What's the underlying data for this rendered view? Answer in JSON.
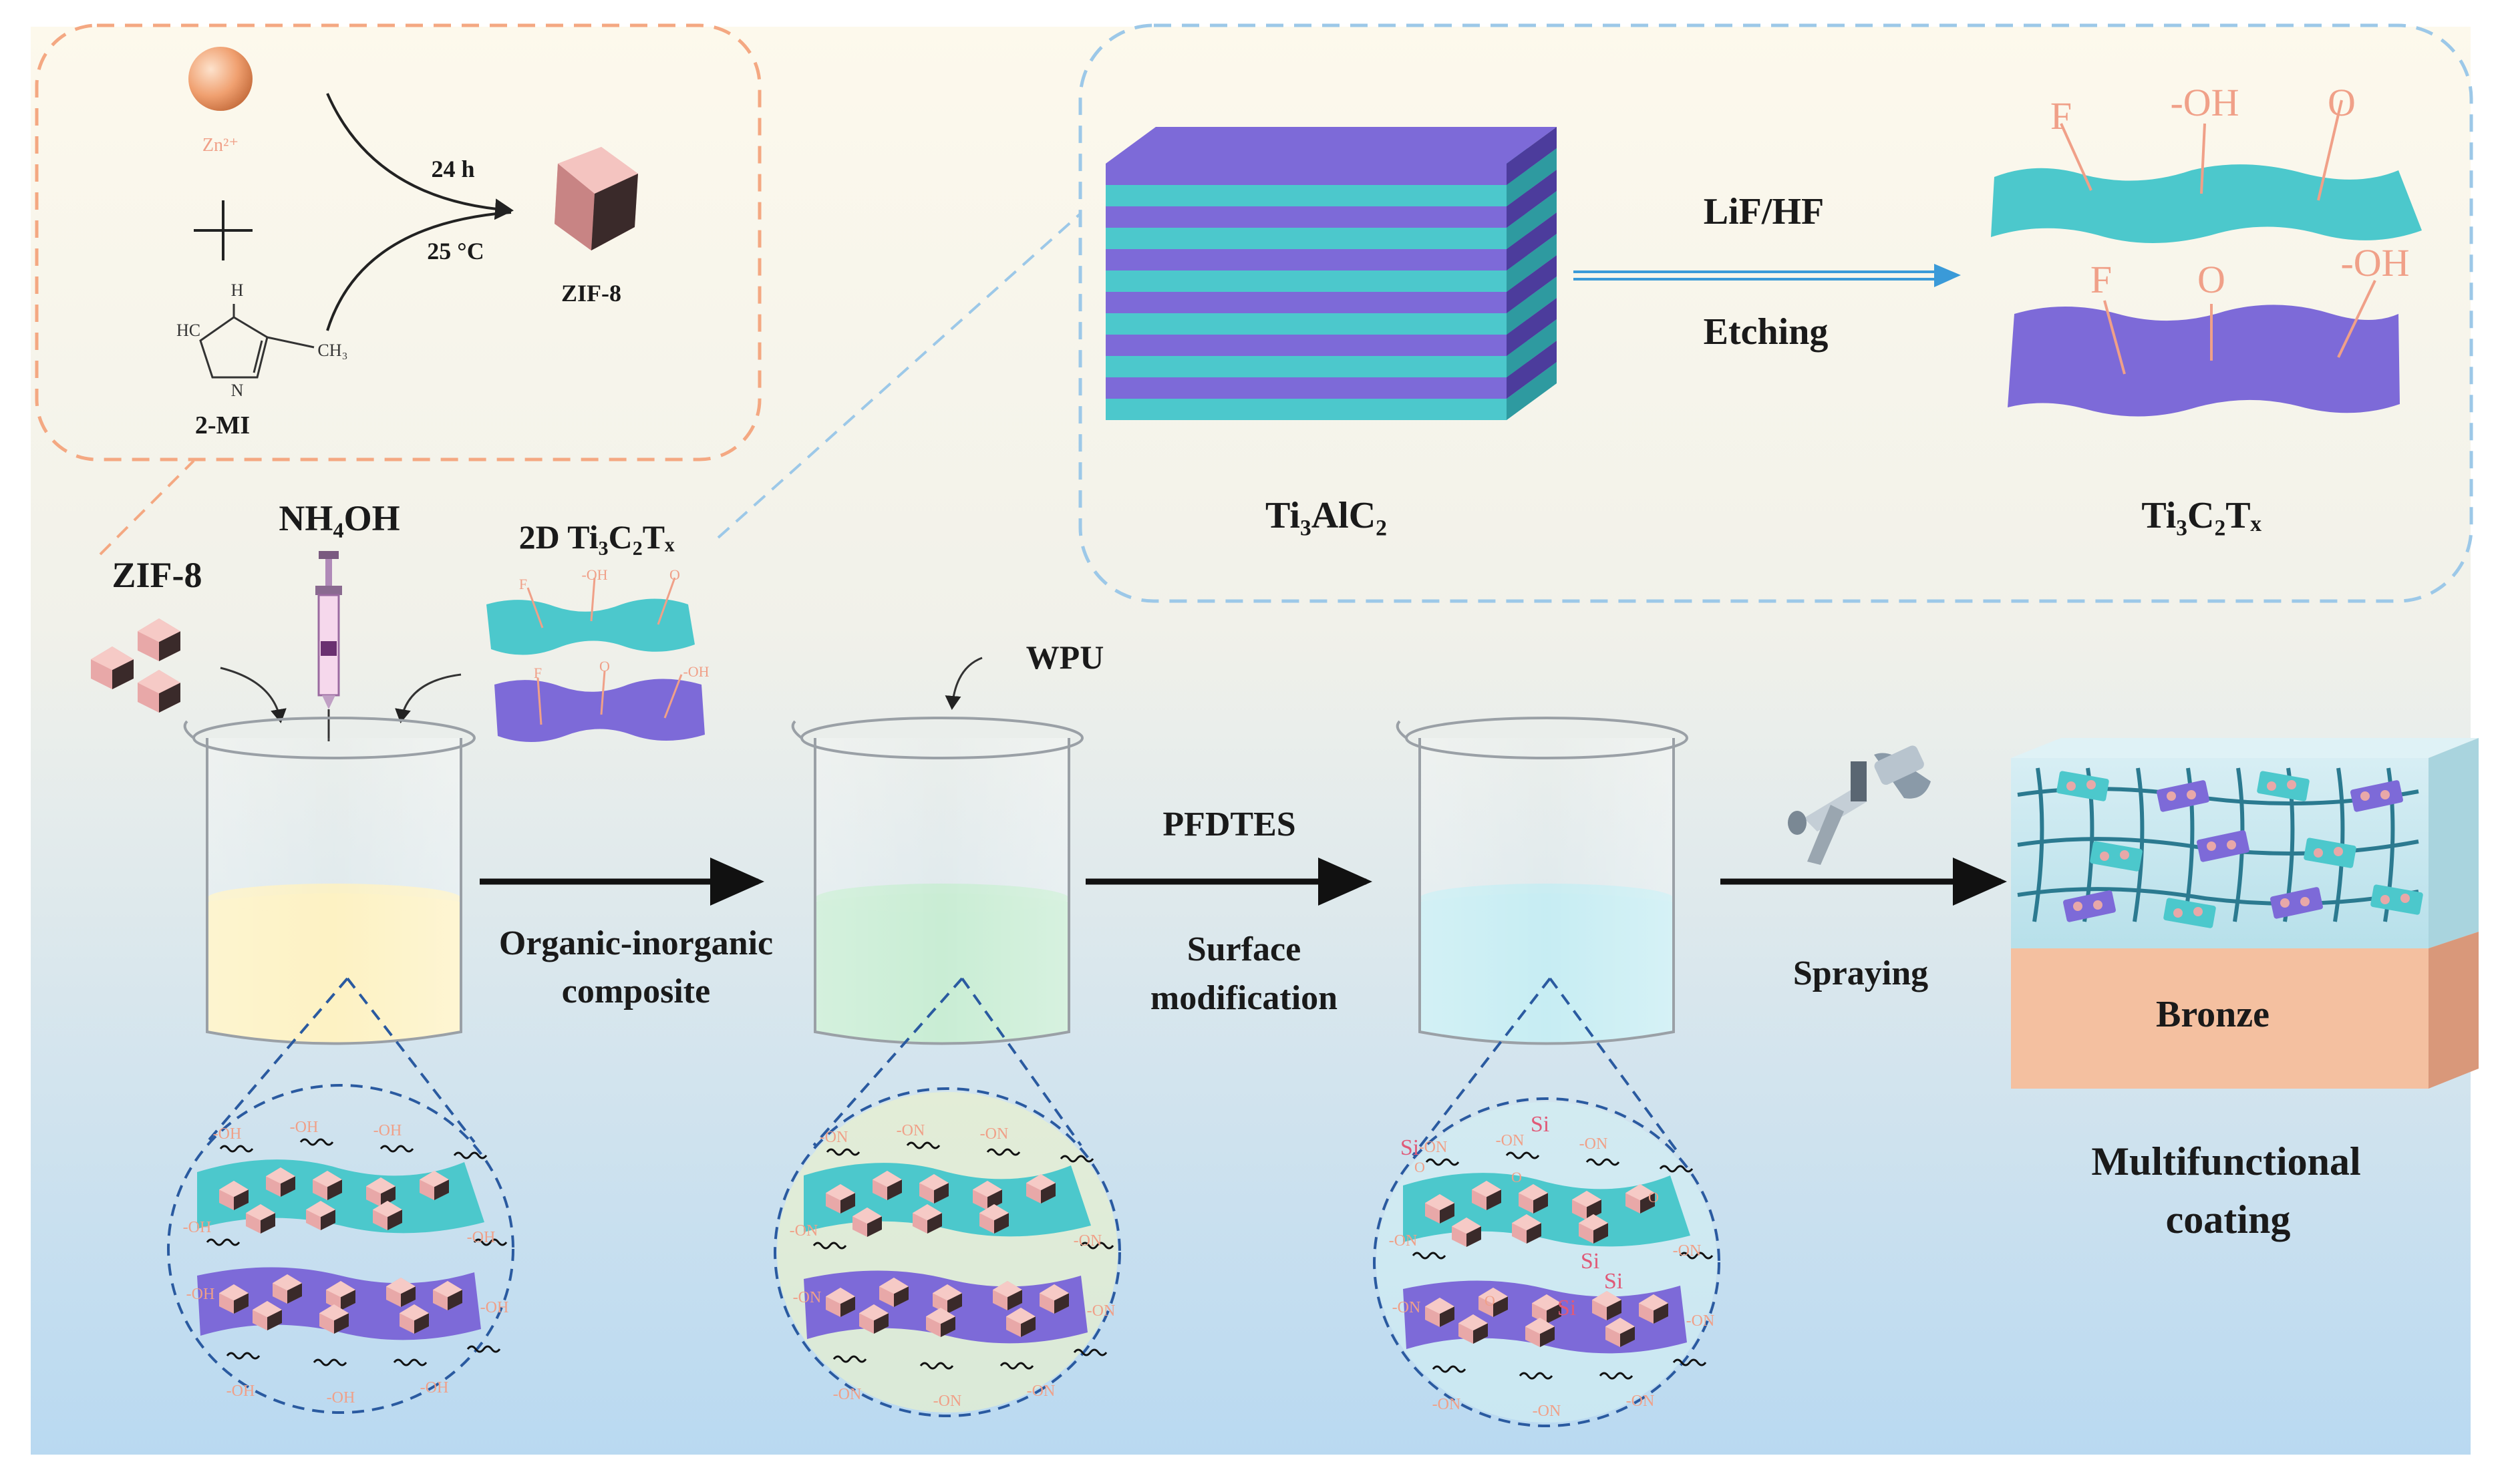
{
  "synthesis": {
    "zn_label": "Zn²⁺",
    "time_label": "24 h",
    "temp_label": "25 °C",
    "product_label": "ZIF-8",
    "ligand_label": "2-MI",
    "ligand_atoms": {
      "h": "H",
      "hc": "HC",
      "n": "N",
      "ch3": "CH₃"
    }
  },
  "etching": {
    "precursor_label": "Ti₃AlC₂",
    "reagent_label": "LiF/HF",
    "process_label": "Etching",
    "product_label": "Ti₃C₂Tₓ",
    "groups": {
      "f": "F",
      "oh": "-OH",
      "o": "O"
    }
  },
  "process": {
    "zif8_label": "ZIF-8",
    "nh4oh_label": "NH₄OH",
    "mxene_label": "2D Ti₃C₂Tₓ",
    "mini_groups": {
      "f": "F",
      "oh": "-OH",
      "o": "O"
    },
    "step1": {
      "line1": "Organic-inorganic",
      "line2": "composite"
    },
    "wpu_label": "WPU",
    "step2_top": "PFDTES",
    "step2": {
      "line1": "Surface",
      "line2": "modification"
    },
    "step3": "Spraying",
    "substrate_label": "Bronze",
    "final": {
      "line1": "Multifunctional",
      "line2": "coating"
    },
    "beaker1_groups": "-OH",
    "beaker2_groups": "-ON",
    "beaker3_groups": "-ON",
    "beaker3_si": "Si",
    "beaker3_o": "O"
  },
  "colors": {
    "cyan_sheet": "#4cc8cc",
    "purple_sheet": "#7d6ad8",
    "zif_pink": "#e8a8a8",
    "orange_dash": "#f4a882",
    "blue_dash": "#9cc8e8",
    "bronze": "#f4c0a0",
    "yellow_liquid": "#fdf1c0",
    "green_liquid": "#c6ecd2",
    "blue_liquid": "#c4ecf2"
  }
}
